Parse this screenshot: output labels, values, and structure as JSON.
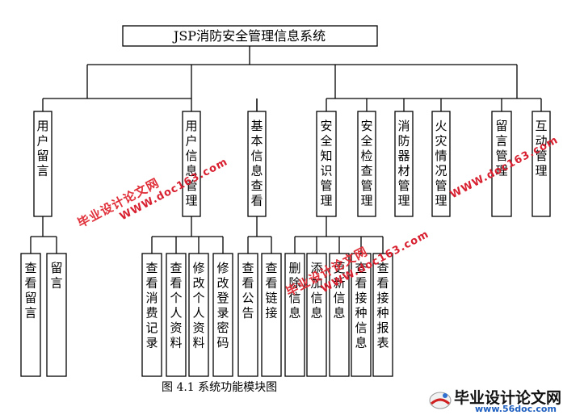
{
  "root": {
    "label": "JSP消防安全管理信息系统"
  },
  "modules": [
    {
      "id": "user-message",
      "label": "用户留言",
      "children": [
        "查看留言",
        "留言"
      ]
    },
    {
      "id": "user-info",
      "label": "用户信息管理",
      "children": [
        "查看消费记录",
        "查看个人资料",
        "修改个人资料",
        "修改登录密码"
      ]
    },
    {
      "id": "basic-info",
      "label": "基本信息查看",
      "children": [
        "查看公告",
        "查看链接"
      ]
    },
    {
      "id": "safety-knowledge",
      "label": "安全知识管理",
      "children": [
        "删除信息",
        "添加信息",
        "更新信息",
        "查看接种信息",
        "查看接种报表"
      ]
    },
    {
      "id": "safety-check",
      "label": "安全检查管理",
      "children": []
    },
    {
      "id": "equipment",
      "label": "消防器材管理",
      "children": []
    },
    {
      "id": "fire-status",
      "label": "火灾情况管理",
      "children": []
    },
    {
      "id": "message-admin",
      "label": "留言管理",
      "children": []
    },
    {
      "id": "interaction",
      "label": "互动管理",
      "children": []
    }
  ],
  "caption": "图 4.1  系统功能模块图",
  "watermarks": [
    {
      "cn": "毕业设计论文网",
      "url": "WWW.doc163.com"
    },
    {
      "cn": "毕业设计论文网",
      "url": "WWW.doc163.com"
    },
    {
      "cn": "毕业设计论文网",
      "url": "WWW.doc163.com"
    }
  ],
  "logo": {
    "title": "毕业设计论文网",
    "url": "www.56doc.com",
    "icon": "globe-book-icon"
  }
}
